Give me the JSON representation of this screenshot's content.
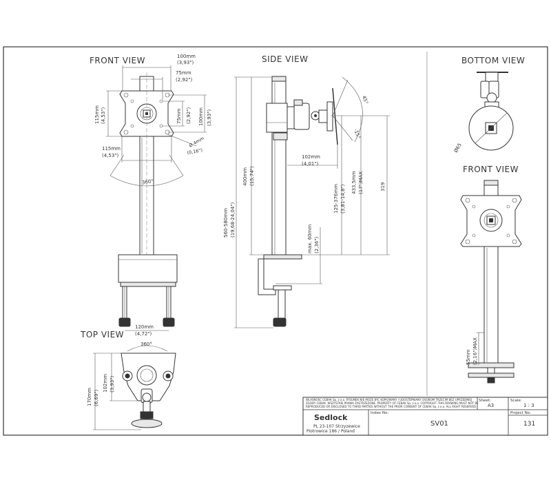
{
  "views": {
    "front": "FRONT VIEW",
    "side": "SIDE VIEW",
    "bottom": "BOTTOM VIEW",
    "front_small": "FRONT VIEW",
    "top": "TOP VIEW"
  },
  "dims": {
    "d100_mm": "100mm",
    "d100_in": "(3,93\")",
    "d75_mm": "75mm",
    "d75_in": "(2,92\")",
    "d115h_mm": "115mm",
    "d115h_in": "(4,53\")",
    "d75v_mm": "75mm",
    "d75v_in": "(2,92\")",
    "d100v_mm": "100mm",
    "d100v_in": "(3,93\")",
    "d115w_mm": "115mm",
    "d115w_in": "(4,53\")",
    "d4_mm": "Ø 4mm",
    "d4_in": "(0,16\")",
    "ang360": "360°",
    "d400_mm": "400mm",
    "d400_in": "(15,74\")",
    "d560_mm": "560-580mm",
    "d560_in": "(19,68-24,04\")",
    "d102_mm": "102mm",
    "d102_in": "(4,01\")",
    "d125_mm": "125-376mm",
    "d125_in": "(3,81-14,8\")",
    "d433_mm": "433,5mm",
    "d433_in": "(17\")MAX",
    "d319": "319",
    "dmax60_mm": "max. 60mm",
    "dmax60_in": "(2,36\")",
    "ang45": "45°",
    "ang_neg15": "-15°",
    "d120_mm": "120mm",
    "d120_in": "(4,72\")",
    "ang360_top": "360°",
    "d170_mm": "170mm",
    "d170_in": "(6,69\")",
    "d102b_mm": "102mm",
    "d102b_in": "(3,93\")",
    "d55_mm": "55mm",
    "d55_in": "(2,16\")MAX",
    "d65": "Ø65"
  },
  "title_block": {
    "notice_1": "WLASNOSC CEBAK Sp. z o.o. RYSUNEK NIE MOZE BYC KOPIOWANY I UDOSTEPNIANY OSOBOM TRZECIM BEZ UPRZEDNIEJ",
    "notice_2": "ZGODY CEBAK. WSZYSTKIE PRAWA ZASTRZEZONE. PROPERTY OF CEBAK Sp. z o.o. COPYRIGHT. THIS DRAWING MUST NOT BE",
    "notice_3": "REPRODUCED OR DISCLOSED TO THIRD PARTIES WITHOUT THE PRIOR CONSENT OF CEBAK Sp. z o.o. ALL RIGHT RESERVED",
    "sheet_label": "Sheet:",
    "sheet_value": "A3",
    "scale_label": "Scale:",
    "scale_value": "1 : 3",
    "logo": "Sedlock",
    "address_1": "PL 23-107 Strzyzewice",
    "address_2": "Piotrowice 186 / Poland",
    "index_label": "Index No:",
    "index_value": "SV01",
    "project_label": "Project No:",
    "project_value": "131"
  }
}
